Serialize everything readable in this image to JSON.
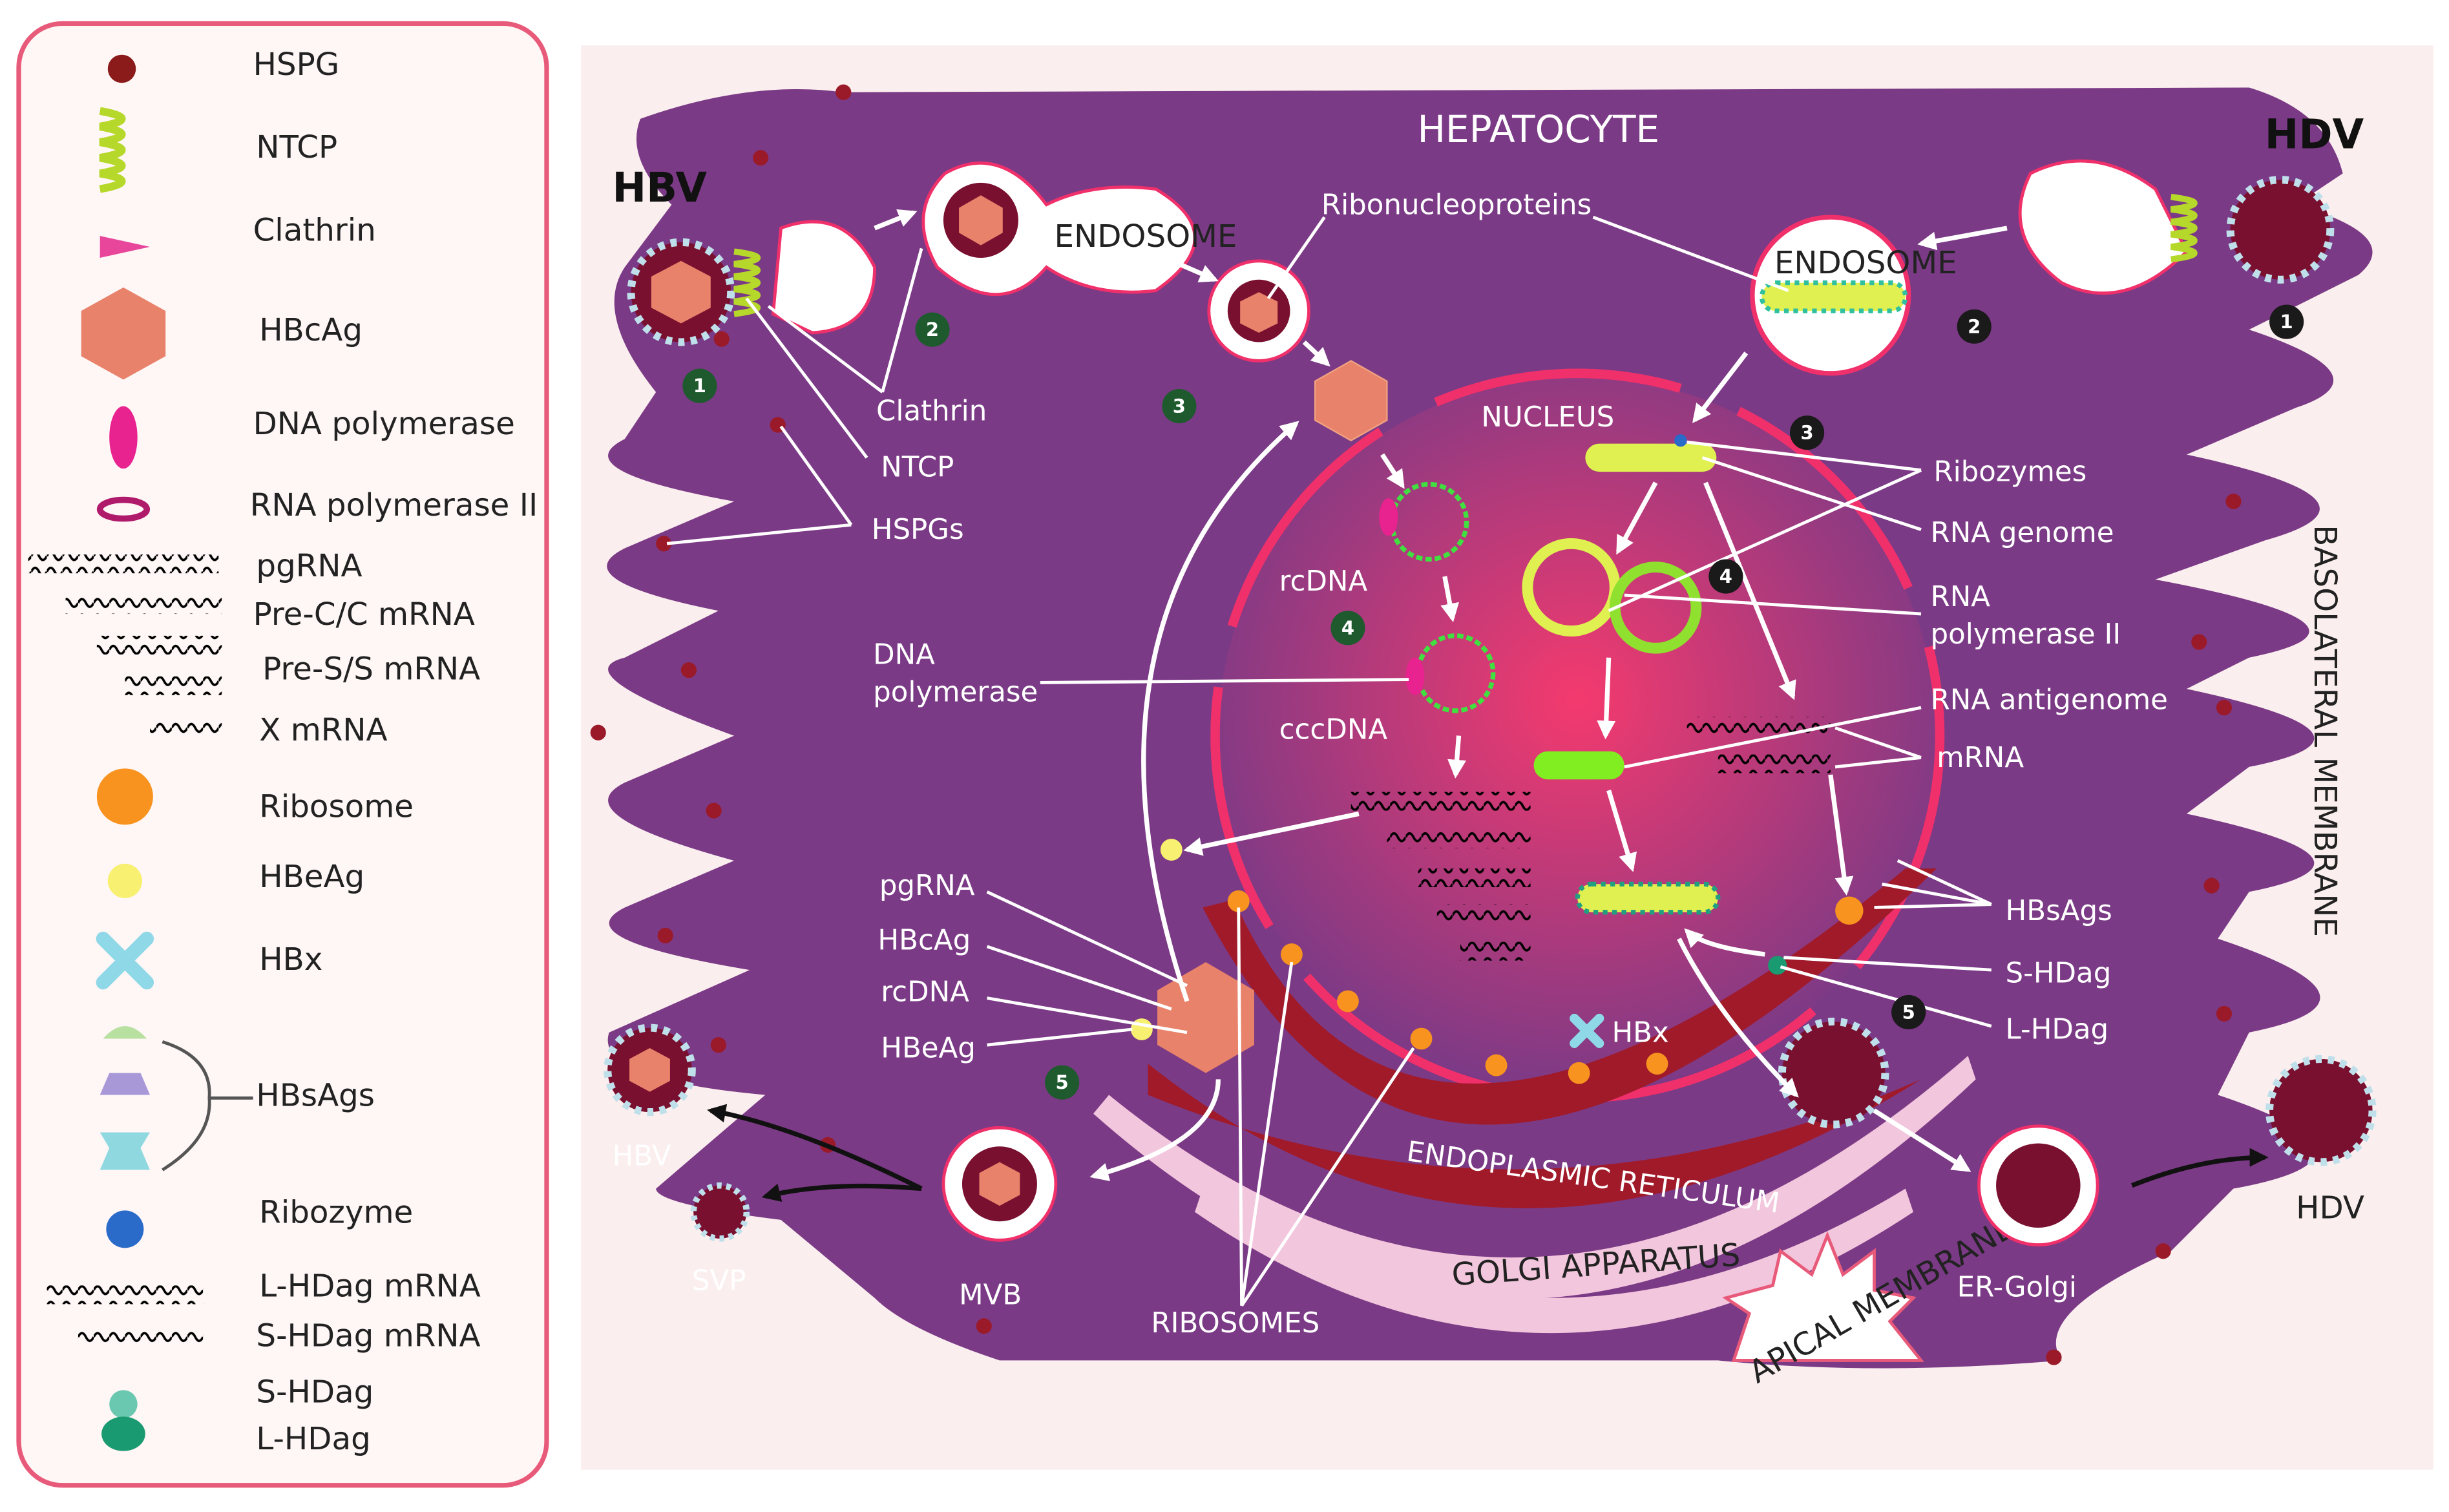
{
  "legend": {
    "items": [
      {
        "icon": "hspg-icon",
        "label": "HSPG"
      },
      {
        "icon": "ntcp-icon",
        "label": "NTCP"
      },
      {
        "icon": "clathrin-icon",
        "label": "Clathrin"
      },
      {
        "icon": "hbcag-icon",
        "label": "HBcAg"
      },
      {
        "icon": "dna-polymerase-icon",
        "label": "DNA polymerase"
      },
      {
        "icon": "rna-polymerase-icon",
        "label": "RNA polymerase II"
      },
      {
        "icon": "pgrna-icon",
        "label": "pgRNA"
      },
      {
        "icon": "pre-c-mrna-icon",
        "label": "Pre-C/C mRNA"
      },
      {
        "icon": "pre-s-mrna-icon",
        "label": "Pre-S/S mRNA"
      },
      {
        "icon": "x-mrna-icon",
        "label": "X mRNA"
      },
      {
        "icon": "ribosome-icon",
        "label": "Ribosome"
      },
      {
        "icon": "hbeag-icon",
        "label": "HBeAg"
      },
      {
        "icon": "hbx-icon",
        "label": "HBx"
      },
      {
        "icon": "hbsags-icon",
        "label": "HBsAgs"
      },
      {
        "icon": "ribozyme-icon",
        "label": "Ribozyme"
      },
      {
        "icon": "l-hdag-mrna-icon",
        "label": "L-HDag mRNA"
      },
      {
        "icon": "s-hdag-mrna-icon",
        "label": "S-HDag mRNA"
      },
      {
        "icon": "s-hdag-icon",
        "label": "S-HDag"
      },
      {
        "icon": "l-hdag-icon",
        "label": "L-HDag"
      }
    ]
  },
  "cell": {
    "title": "HEPATOCYTE",
    "hbv": "HBV",
    "hdv": "HDV",
    "endosome_hbv": "ENDOSOME",
    "endosome_hdv": "ENDOSOME",
    "ribonucleoproteins": "Ribonucleoproteins",
    "clathrin": "Clathrin",
    "ntcp": "NTCP",
    "hspgs": "HSPGs",
    "nucleus": "NUCLEUS",
    "rcdna": "rcDNA",
    "dna_polymerase_1": "DNA",
    "dna_polymerase_2": "polymerase",
    "cccdna": "cccDNA",
    "ribozymes": "Ribozymes",
    "rna_genome": "RNA genome",
    "rna_pol_1": "RNA",
    "rna_pol_2": "polymerase II",
    "rna_antigenome": "RNA antigenome",
    "mrna": "mRNA",
    "pgrna": "pgRNA",
    "hbcag": "HBcAg",
    "rcdna2": "rcDNA",
    "hbeag": "HBeAg",
    "hbx": "HBx",
    "hbsags": "HBsAgs",
    "s_hdag": "S-HDag",
    "l_hdag": "L-HDag",
    "basolateral": "BASOLATERAL MEMBRANE",
    "er": "ENDOPLASMIC RETICULUM",
    "golgi": "GOLGI APPARATUS",
    "apical": "APICAL MEMBRANE",
    "hbv_out": "HBV",
    "svp": "SVP",
    "mvb": "MVB",
    "ribosomes": "RIBOSOMES",
    "er_golgi": "ER-Golgi",
    "hdv_out": "HDV"
  },
  "steps": {
    "hbv": [
      "1",
      "2",
      "3",
      "4",
      "5"
    ],
    "hdv": [
      "1",
      "2",
      "3",
      "4",
      "5"
    ]
  },
  "colors": {
    "cell": "#7b3a86",
    "legend_border": "#e85a7a",
    "nucleus_edge": "#f0306a",
    "er": "#a01a2a",
    "hbv_step": "#1e5a2e",
    "hdv_step": "#1a1a1a",
    "ribosome": "#f7931e"
  }
}
